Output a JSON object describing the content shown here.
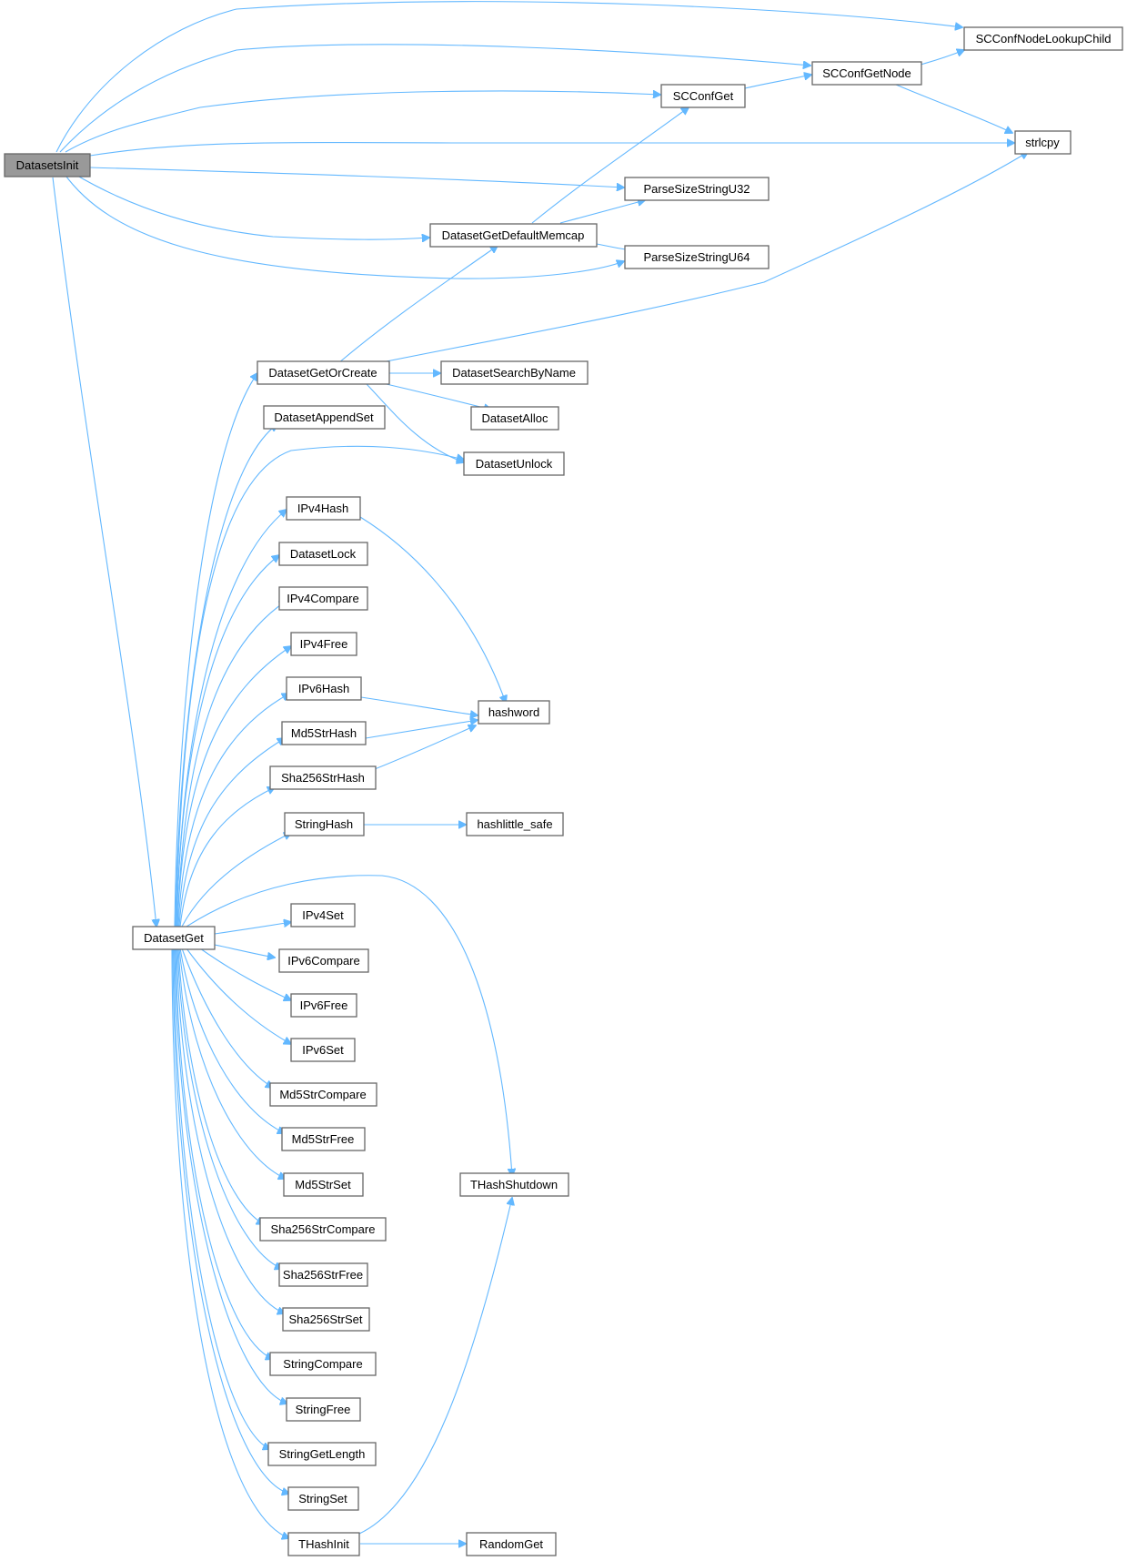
{
  "graph": {
    "colors": {
      "edge": "#63b8ff",
      "node_border": "#666666",
      "node_fill": "#ffffff",
      "root_fill": "#999999"
    },
    "nodes": [
      {
        "id": "n_root",
        "label": "DatasetsInit",
        "root": true
      },
      {
        "id": "n_conf_lookup",
        "label": "SCConfNodeLookupChild"
      },
      {
        "id": "n_conf_getnode",
        "label": "SCConfGetNode"
      },
      {
        "id": "n_confget",
        "label": "SCConfGet"
      },
      {
        "id": "n_strlcpy",
        "label": "strlcpy"
      },
      {
        "id": "n_psu32",
        "label": "ParseSizeStringU32"
      },
      {
        "id": "n_getmemcap",
        "label": "DatasetGetDefaultMemcap"
      },
      {
        "id": "n_psu64",
        "label": "ParseSizeStringU64"
      },
      {
        "id": "n_getorcreate",
        "label": "DatasetGetOrCreate"
      },
      {
        "id": "n_searchbyname",
        "label": "DatasetSearchByName"
      },
      {
        "id": "n_appendset",
        "label": "DatasetAppendSet"
      },
      {
        "id": "n_alloc",
        "label": "DatasetAlloc"
      },
      {
        "id": "n_unlock",
        "label": "DatasetUnlock"
      },
      {
        "id": "n_ipv4hash",
        "label": "IPv4Hash"
      },
      {
        "id": "n_lock",
        "label": "DatasetLock"
      },
      {
        "id": "n_ipv4compare",
        "label": "IPv4Compare"
      },
      {
        "id": "n_ipv4free",
        "label": "IPv4Free"
      },
      {
        "id": "n_ipv6hash",
        "label": "IPv6Hash"
      },
      {
        "id": "n_hashword",
        "label": "hashword"
      },
      {
        "id": "n_md5hash",
        "label": "Md5StrHash"
      },
      {
        "id": "n_sha256hash",
        "label": "Sha256StrHash"
      },
      {
        "id": "n_stringhash",
        "label": "StringHash"
      },
      {
        "id": "n_hashlittle",
        "label": "hashlittle_safe"
      },
      {
        "id": "n_datasetget",
        "label": "DatasetGet"
      },
      {
        "id": "n_ipv4set",
        "label": "IPv4Set"
      },
      {
        "id": "n_ipv6compare",
        "label": "IPv6Compare"
      },
      {
        "id": "n_ipv6free",
        "label": "IPv6Free"
      },
      {
        "id": "n_ipv6set",
        "label": "IPv6Set"
      },
      {
        "id": "n_md5compare",
        "label": "Md5StrCompare"
      },
      {
        "id": "n_md5free",
        "label": "Md5StrFree"
      },
      {
        "id": "n_md5set",
        "label": "Md5StrSet"
      },
      {
        "id": "n_thashshutdown",
        "label": "THashShutdown"
      },
      {
        "id": "n_sha256compare",
        "label": "Sha256StrCompare"
      },
      {
        "id": "n_sha256free",
        "label": "Sha256StrFree"
      },
      {
        "id": "n_sha256set",
        "label": "Sha256StrSet"
      },
      {
        "id": "n_stringcompare",
        "label": "StringCompare"
      },
      {
        "id": "n_stringfree",
        "label": "StringFree"
      },
      {
        "id": "n_stringgetlength",
        "label": "StringGetLength"
      },
      {
        "id": "n_stringset",
        "label": "StringSet"
      },
      {
        "id": "n_thashinit",
        "label": "THashInit"
      },
      {
        "id": "n_randomget",
        "label": "RandomGet"
      }
    ],
    "edges": [
      {
        "from": "DatasetsInit",
        "to": "SCConfNodeLookupChild"
      },
      {
        "from": "DatasetsInit",
        "to": "SCConfGetNode"
      },
      {
        "from": "DatasetsInit",
        "to": "SCConfGet"
      },
      {
        "from": "DatasetsInit",
        "to": "strlcpy"
      },
      {
        "from": "DatasetsInit",
        "to": "ParseSizeStringU32"
      },
      {
        "from": "DatasetsInit",
        "to": "DatasetGetDefaultMemcap"
      },
      {
        "from": "DatasetsInit",
        "to": "ParseSizeStringU64"
      },
      {
        "from": "DatasetsInit",
        "to": "DatasetGet"
      },
      {
        "from": "SCConfGetNode",
        "to": "SCConfNodeLookupChild"
      },
      {
        "from": "SCConfGetNode",
        "to": "strlcpy"
      },
      {
        "from": "SCConfGet",
        "to": "SCConfGetNode"
      },
      {
        "from": "DatasetGetDefaultMemcap",
        "to": "SCConfGet"
      },
      {
        "from": "DatasetGetDefaultMemcap",
        "to": "ParseSizeStringU32"
      },
      {
        "from": "DatasetGetDefaultMemcap",
        "to": "ParseSizeStringU64"
      },
      {
        "from": "DatasetGetOrCreate",
        "to": "DatasetGetDefaultMemcap"
      },
      {
        "from": "DatasetGetOrCreate",
        "to": "strlcpy"
      },
      {
        "from": "DatasetGetOrCreate",
        "to": "DatasetSearchByName"
      },
      {
        "from": "DatasetGetOrCreate",
        "to": "DatasetAlloc"
      },
      {
        "from": "DatasetGetOrCreate",
        "to": "DatasetUnlock"
      },
      {
        "from": "IPv4Hash",
        "to": "hashword"
      },
      {
        "from": "IPv6Hash",
        "to": "hashword"
      },
      {
        "from": "Md5StrHash",
        "to": "hashword"
      },
      {
        "from": "Sha256StrHash",
        "to": "hashword"
      },
      {
        "from": "StringHash",
        "to": "hashlittle_safe"
      },
      {
        "from": "DatasetGet",
        "to": "DatasetGetOrCreate"
      },
      {
        "from": "DatasetGet",
        "to": "DatasetAppendSet"
      },
      {
        "from": "DatasetGet",
        "to": "DatasetUnlock"
      },
      {
        "from": "DatasetGet",
        "to": "IPv4Hash"
      },
      {
        "from": "DatasetGet",
        "to": "DatasetLock"
      },
      {
        "from": "DatasetGet",
        "to": "IPv4Compare"
      },
      {
        "from": "DatasetGet",
        "to": "IPv4Free"
      },
      {
        "from": "DatasetGet",
        "to": "IPv6Hash"
      },
      {
        "from": "DatasetGet",
        "to": "Md5StrHash"
      },
      {
        "from": "DatasetGet",
        "to": "Sha256StrHash"
      },
      {
        "from": "DatasetGet",
        "to": "StringHash"
      },
      {
        "from": "DatasetGet",
        "to": "THashShutdown"
      },
      {
        "from": "DatasetGet",
        "to": "IPv4Set"
      },
      {
        "from": "DatasetGet",
        "to": "IPv6Compare"
      },
      {
        "from": "DatasetGet",
        "to": "IPv6Free"
      },
      {
        "from": "DatasetGet",
        "to": "IPv6Set"
      },
      {
        "from": "DatasetGet",
        "to": "Md5StrCompare"
      },
      {
        "from": "DatasetGet",
        "to": "Md5StrFree"
      },
      {
        "from": "DatasetGet",
        "to": "Md5StrSet"
      },
      {
        "from": "DatasetGet",
        "to": "Sha256StrCompare"
      },
      {
        "from": "DatasetGet",
        "to": "Sha256StrFree"
      },
      {
        "from": "DatasetGet",
        "to": "Sha256StrSet"
      },
      {
        "from": "DatasetGet",
        "to": "StringCompare"
      },
      {
        "from": "DatasetGet",
        "to": "StringFree"
      },
      {
        "from": "DatasetGet",
        "to": "StringGetLength"
      },
      {
        "from": "DatasetGet",
        "to": "StringSet"
      },
      {
        "from": "DatasetGet",
        "to": "THashInit"
      },
      {
        "from": "THashInit",
        "to": "THashShutdown"
      },
      {
        "from": "THashInit",
        "to": "RandomGet"
      }
    ]
  }
}
